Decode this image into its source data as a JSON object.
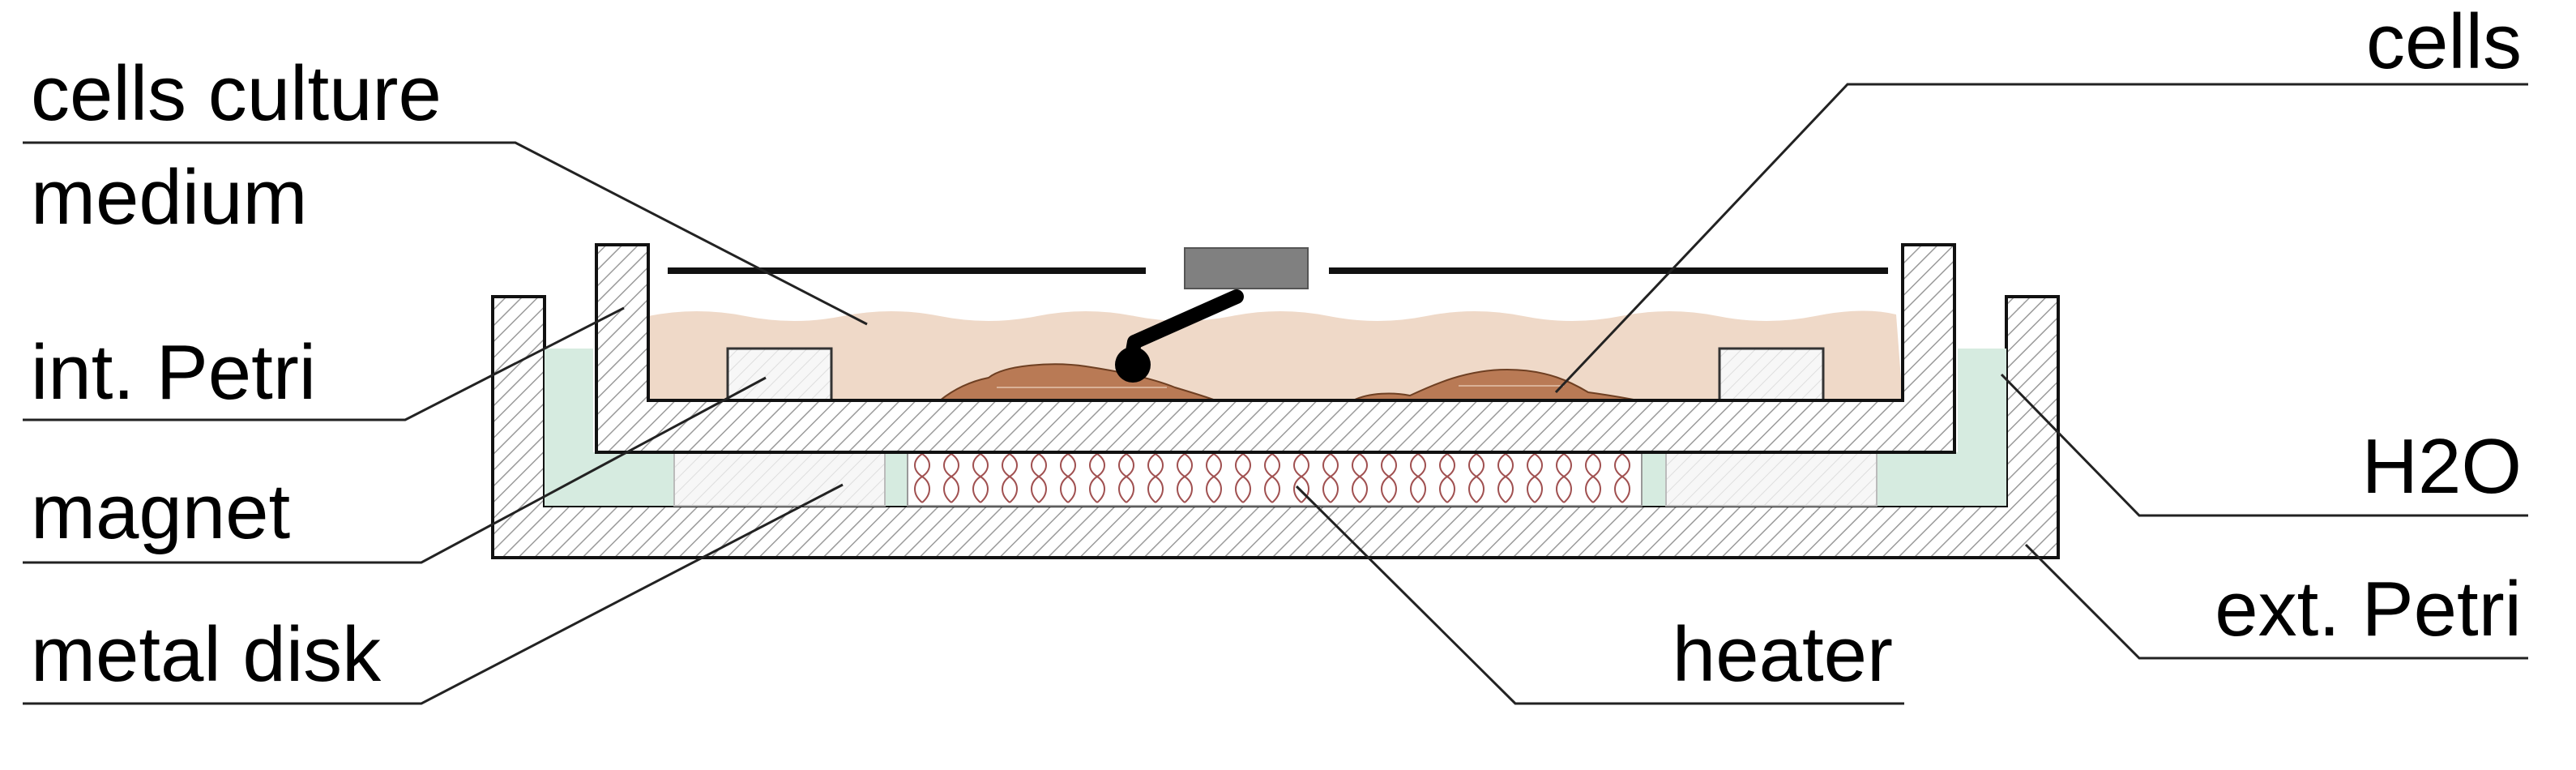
{
  "labels": {
    "cells_culture": "cells culture",
    "medium": "medium",
    "int_petri": "int. Petri",
    "magnet": "magnet",
    "metal_disk": "metal disk",
    "cells": "cells",
    "h2o": "H2O",
    "ext_petri": "ext. Petri",
    "heater": "heater"
  },
  "colors": {
    "medium": "#efd9c8",
    "water": "#d6ebe0",
    "cells": "#b97a55",
    "wall_hatch": "#8a8a8a",
    "probe_body": "#808080"
  }
}
